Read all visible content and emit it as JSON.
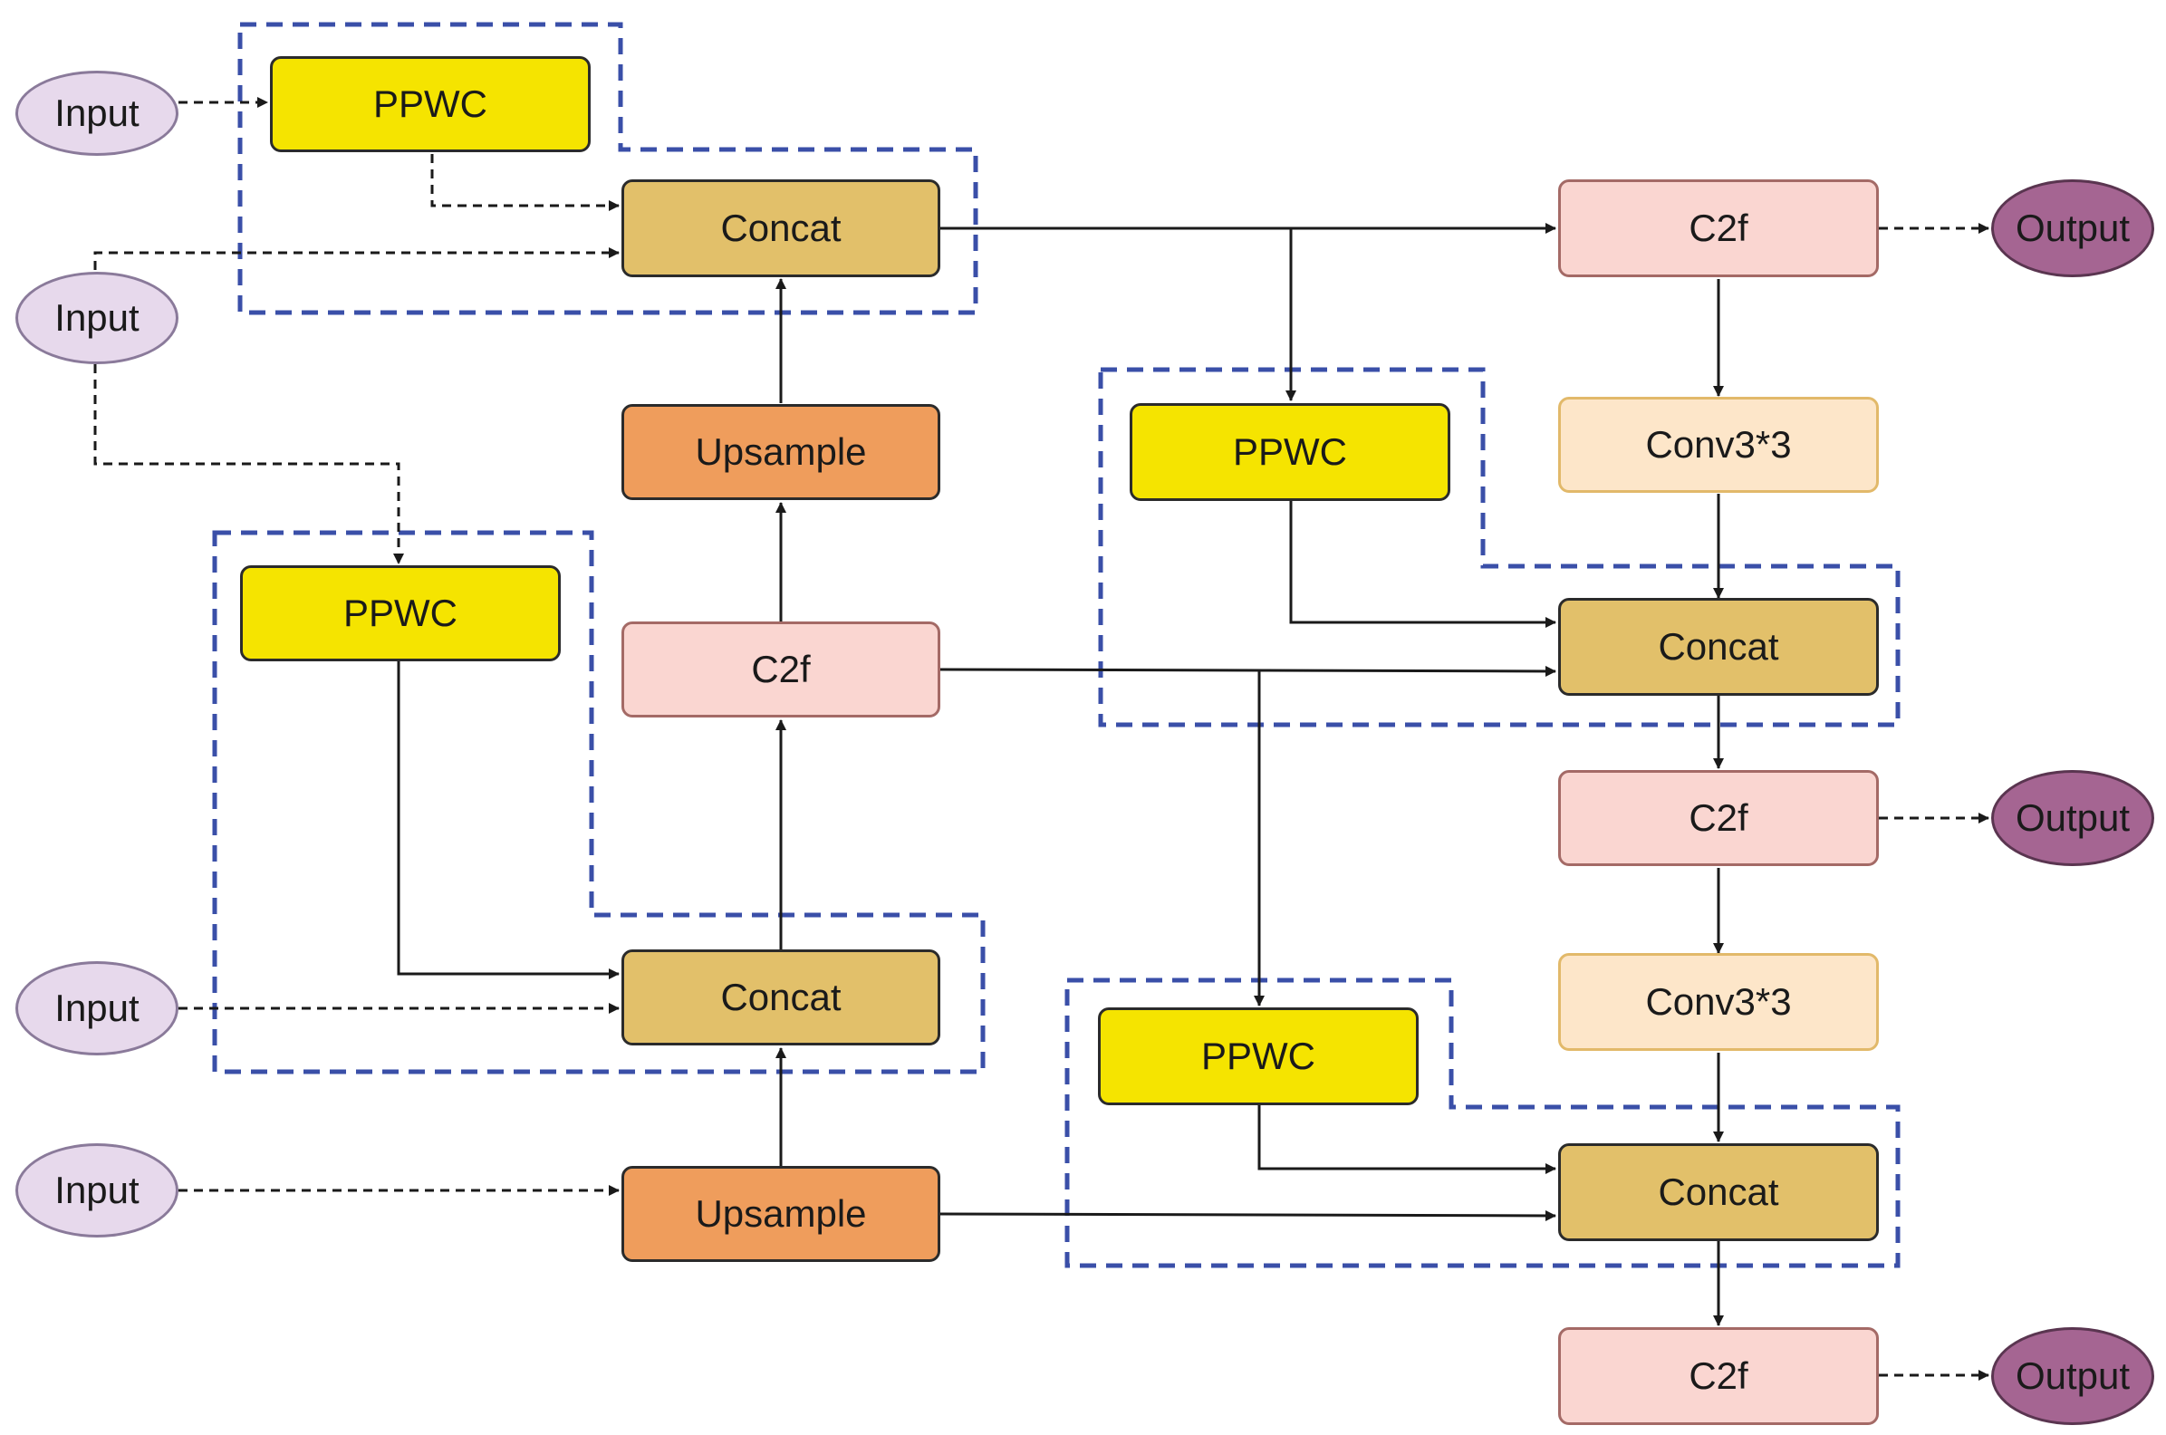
{
  "nodes": {
    "input_1": "Input",
    "input_2": "Input",
    "input_3": "Input",
    "input_4": "Input",
    "ppwc_1": "PPWC",
    "ppwc_2": "PPWC",
    "ppwc_3": "PPWC",
    "ppwc_4": "PPWC",
    "concat_1": "Concat",
    "concat_2": "Concat",
    "concat_3": "Concat",
    "concat_4": "Concat",
    "upsample_1": "Upsample",
    "upsample_2": "Upsample",
    "c2f_1": "C2f",
    "c2f_2": "C2f",
    "c2f_3": "C2f",
    "c2f_4": "C2f",
    "conv_1": "Conv3*3",
    "conv_2": "Conv3*3",
    "output_1": "Output",
    "output_2": "Output",
    "output_3": "Output"
  },
  "colors": {
    "ppwc": "#f5e400",
    "concat": "#e2c06a",
    "upsample": "#ef9d5c",
    "c2f": "#fad6d1",
    "conv": "#fde6c9",
    "input": "#e7d9ec",
    "output": "#a56592",
    "module_border": "#3a4fa8",
    "edge": "#1a1a1a"
  }
}
